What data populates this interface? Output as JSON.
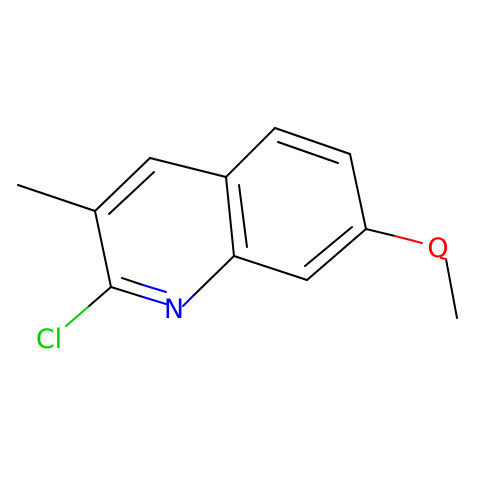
{
  "molecule": {
    "atoms": [
      {
        "id": "N",
        "symbol": "N",
        "color": "#0000ff"
      },
      {
        "id": "Cl",
        "symbol": "Cl",
        "color": "#00cc00"
      },
      {
        "id": "O",
        "symbol": "O",
        "color": "#ff0000"
      }
    ],
    "bond_color": "#000000"
  }
}
